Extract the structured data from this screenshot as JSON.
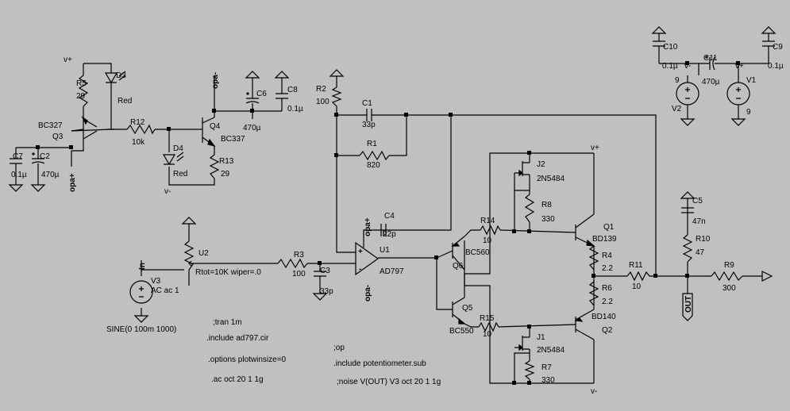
{
  "components": {
    "R1": {
      "ref": "R1",
      "value": "820"
    },
    "R2": {
      "ref": "R2",
      "value": "100"
    },
    "R3": {
      "ref": "R3",
      "value": "100"
    },
    "R4": {
      "ref": "R4",
      "value": "2.2"
    },
    "R5": {
      "ref": "R5",
      "value": "29"
    },
    "R6": {
      "ref": "R6",
      "value": "2.2"
    },
    "R7": {
      "ref": "R7",
      "value": "330"
    },
    "R8": {
      "ref": "R8",
      "value": "330"
    },
    "R9": {
      "ref": "R9",
      "value": "300"
    },
    "R10": {
      "ref": "R10",
      "value": "47"
    },
    "R11": {
      "ref": "R11",
      "value": "10"
    },
    "R12": {
      "ref": "R12",
      "value": "10k"
    },
    "R13": {
      "ref": "R13",
      "value": "29"
    },
    "R14": {
      "ref": "R14",
      "value": "10"
    },
    "R15": {
      "ref": "R15",
      "value": "10"
    },
    "C1": {
      "ref": "C1",
      "value": "33p"
    },
    "C2": {
      "ref": "C2",
      "value": "470µ"
    },
    "C3": {
      "ref": "C3",
      "value": "33p"
    },
    "C4": {
      "ref": "C4",
      "value": "22p"
    },
    "C5": {
      "ref": "C5",
      "value": "47n"
    },
    "C6": {
      "ref": "C6",
      "value": "470µ"
    },
    "C7": {
      "ref": "C7",
      "value": "0.1µ"
    },
    "C8": {
      "ref": "C8",
      "value": "0.1µ"
    },
    "C9": {
      "ref": "C9",
      "value": "0.1µ"
    },
    "C10": {
      "ref": "C10",
      "value": "0.1µ"
    },
    "C11": {
      "ref": "C11",
      "value": "470µ"
    },
    "Q1": {
      "ref": "Q1",
      "value": "BD139"
    },
    "Q2": {
      "ref": "Q2",
      "value": "BD140"
    },
    "Q3": {
      "ref": "Q3",
      "value": "BC327"
    },
    "Q4": {
      "ref": "Q4",
      "value": "BC337"
    },
    "Q5": {
      "ref": "Q5",
      "value": "BC550"
    },
    "Q6": {
      "ref": "Q6",
      "value": "BC560"
    },
    "J1": {
      "ref": "J1",
      "value": "2N5484"
    },
    "J2": {
      "ref": "J2",
      "value": "2N5484"
    },
    "D3": {
      "ref": "D3",
      "value": "Red"
    },
    "D4": {
      "ref": "D4",
      "value": "Red"
    },
    "U1": {
      "ref": "U1",
      "value": "AD797"
    },
    "U2": {
      "ref": "U2",
      "value": "Rtot=10K wiper=.0"
    },
    "V1": {
      "ref": "V1",
      "value": "9"
    },
    "V2": {
      "ref": "V2",
      "value": "9"
    },
    "V3": {
      "ref": "V3",
      "value": "AC ac 1"
    }
  },
  "nets": {
    "vplus": "v+",
    "vminus": "v-",
    "opa_plus": "opa+",
    "opa_minus": "opa-",
    "in": "In",
    "out": "OUT"
  },
  "pins": {
    "plus": "+",
    "minus": "-"
  },
  "source_function": "SINE(0 100m 1000)",
  "directives": {
    "tran": ";tran 1m",
    "include_ad797": ".include ad797.cir",
    "options": ".options plotwinsize=0",
    "ac": ".ac oct 20 1 1g",
    "op": ";op",
    "include_pot": ".include potentiometer.sub",
    "noise": ";noise V(OUT) V3 oct 20 1 1g"
  }
}
